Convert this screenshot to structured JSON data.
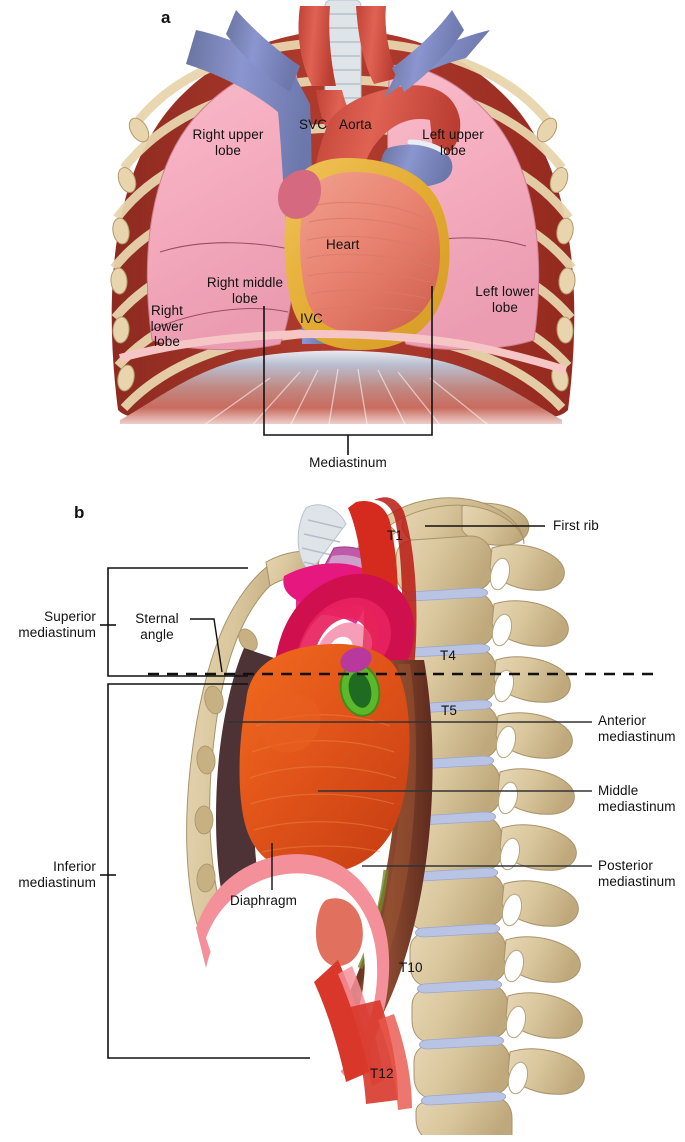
{
  "figure": {
    "panels": [
      {
        "letter": "a",
        "name": "anterior-thorax-view",
        "labels": [
          {
            "id": "right-upper-lobe",
            "text": "Right upper\nlobe"
          },
          {
            "id": "left-upper-lobe",
            "text": "Left upper\nlobe"
          },
          {
            "id": "svc",
            "text": "SVC"
          },
          {
            "id": "aorta",
            "text": "Aorta"
          },
          {
            "id": "heart",
            "text": "Heart"
          },
          {
            "id": "right-middle-lobe",
            "text": "Right middle\nlobe"
          },
          {
            "id": "right-lower-lobe",
            "text": "Right\nlower\nlobe"
          },
          {
            "id": "left-lower-lobe",
            "text": "Left lower\nlobe"
          },
          {
            "id": "ivc",
            "text": "IVC"
          },
          {
            "id": "mediastinum",
            "text": "Mediastinum"
          }
        ]
      },
      {
        "letter": "b",
        "name": "lateral-mediastinum-view",
        "labels": [
          {
            "id": "first-rib",
            "text": "First rib"
          },
          {
            "id": "t1",
            "text": "T1"
          },
          {
            "id": "t4",
            "text": "T4"
          },
          {
            "id": "t5",
            "text": "T5"
          },
          {
            "id": "t10",
            "text": "T10"
          },
          {
            "id": "t12",
            "text": "T12"
          },
          {
            "id": "superior-mediastinum",
            "text": "Superior\nmediastinum"
          },
          {
            "id": "inferior-mediastinum",
            "text": "Inferior\nmediastinum"
          },
          {
            "id": "sternal-angle",
            "text": "Sternal\nangle"
          },
          {
            "id": "anterior-mediastinum",
            "text": "Anterior\nmediastinum"
          },
          {
            "id": "middle-mediastinum",
            "text": "Middle\nmediastinum"
          },
          {
            "id": "posterior-mediastinum",
            "text": "Posterior\nmediastinum"
          },
          {
            "id": "diaphragm",
            "text": "Diaphragm"
          }
        ]
      }
    ]
  },
  "panel_a": {
    "letter": "a",
    "right_upper_lobe": "Right upper\nlobe",
    "left_upper_lobe": "Left upper\nlobe",
    "svc": "SVC",
    "aorta": "Aorta",
    "heart": "Heart",
    "right_middle_lobe": "Right middle\nlobe",
    "right_lower_lobe": "Right\nlower\nlobe",
    "left_lower_lobe": "Left lower\nlobe",
    "ivc": "IVC",
    "mediastinum": "Mediastinum"
  },
  "panel_b": {
    "letter": "b",
    "first_rib": "First rib",
    "t1": "T1",
    "t4": "T4",
    "t5": "T5",
    "t10": "T10",
    "t12": "T12",
    "superior_mediastinum": "Superior\nmediastinum",
    "inferior_mediastinum": "Inferior\nmediastinum",
    "sternal_angle": "Sternal\nangle",
    "anterior_mediastinum": "Anterior\nmediastinum",
    "middle_mediastinum": "Middle\nmediastinum",
    "posterior_mediastinum": "Posterior\nmediastinum",
    "diaphragm": "Diaphragm"
  },
  "colors": {
    "background": "#ffffff",
    "lung_pink": "#f6afc0",
    "lung_pink_edge": "#e895ab",
    "rib_bone": "#e8d5ad",
    "intercostal_muscle": "#a33327",
    "artery_red": "#d94f42",
    "vein_blue": "#7b86c4",
    "trachea_grey": "#dfe4e9",
    "heart_muscle": "#ea8273",
    "pericardial_fat": "#e8b23c",
    "diaphragm_muscle": "#b15a52",
    "central_tendon": "#cdd2e0",
    "vertebra_tan": "#d8c49a",
    "vertebra_shade": "#c2ab7e",
    "disc_blue": "#b9c4e4",
    "heart_orange": "#e4541b",
    "aorta_crimson": "#cf0f4e",
    "vessel_magenta": "#e6177e",
    "bronchus_green": "#5cb82b",
    "esophagus_brown": "#7b3b28",
    "pleura_pink": "#f4909a",
    "label_text": "#111111",
    "leader_line": "#333333"
  }
}
